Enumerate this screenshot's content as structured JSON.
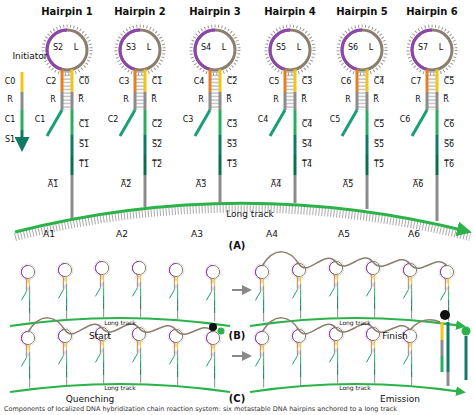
{
  "diagram": {
    "caption": "Components of localized DNA hybridization chain reaction system: six metastable DNA hairpins anchored to a long track",
    "labels": [
      "Hairpin 1",
      "S2",
      "L",
      "C2",
      "C̅0̅",
      "R",
      "R̅",
      "C1",
      "C̅1̅",
      "S̅1̅",
      "T̅1̅",
      "A̅1̅",
      "A1",
      "Hairpin 2",
      "S3",
      "L",
      "C3",
      "C̅1̅",
      "R",
      "R̅",
      "C2",
      "C̅2̅",
      "S̅2̅",
      "T̅2̅",
      "A̅2̅",
      "A2",
      "Hairpin 3",
      "S4",
      "L",
      "C4",
      "C̅2̅",
      "R",
      "R̅",
      "C3",
      "C̅3̅",
      "S̅3̅",
      "T̅3̅",
      "A̅3̅",
      "A3",
      "Hairpin 4",
      "S5",
      "L",
      "C5",
      "C̅3̅",
      "R",
      "R̅",
      "C4",
      "C̅4̅",
      "S̅4̅",
      "T̅4̅",
      "A̅4̅",
      "A4",
      "Hairpin 5",
      "S6",
      "L",
      "C6",
      "C̅4̅",
      "R",
      "R̅",
      "C5",
      "C̅5̅",
      "S̅5̅",
      "T̅5̅",
      "A̅5̅",
      "A5",
      "Hairpin 6",
      "S7",
      "L",
      "C7",
      "C̅5̅",
      "R",
      "R̅",
      "C6",
      "C̅6̅",
      "S̅6̅",
      "T̅6̅",
      "A̅6̅",
      "A6",
      "Initiator",
      "C0",
      "R",
      "C1",
      "S1",
      "Long track",
      "(A)",
      "Start",
      "Finish",
      "(B)",
      "Long track",
      "Long track",
      "Quenching",
      "Emission",
      "(C)",
      "Long track",
      "Long track"
    ]
  }
}
